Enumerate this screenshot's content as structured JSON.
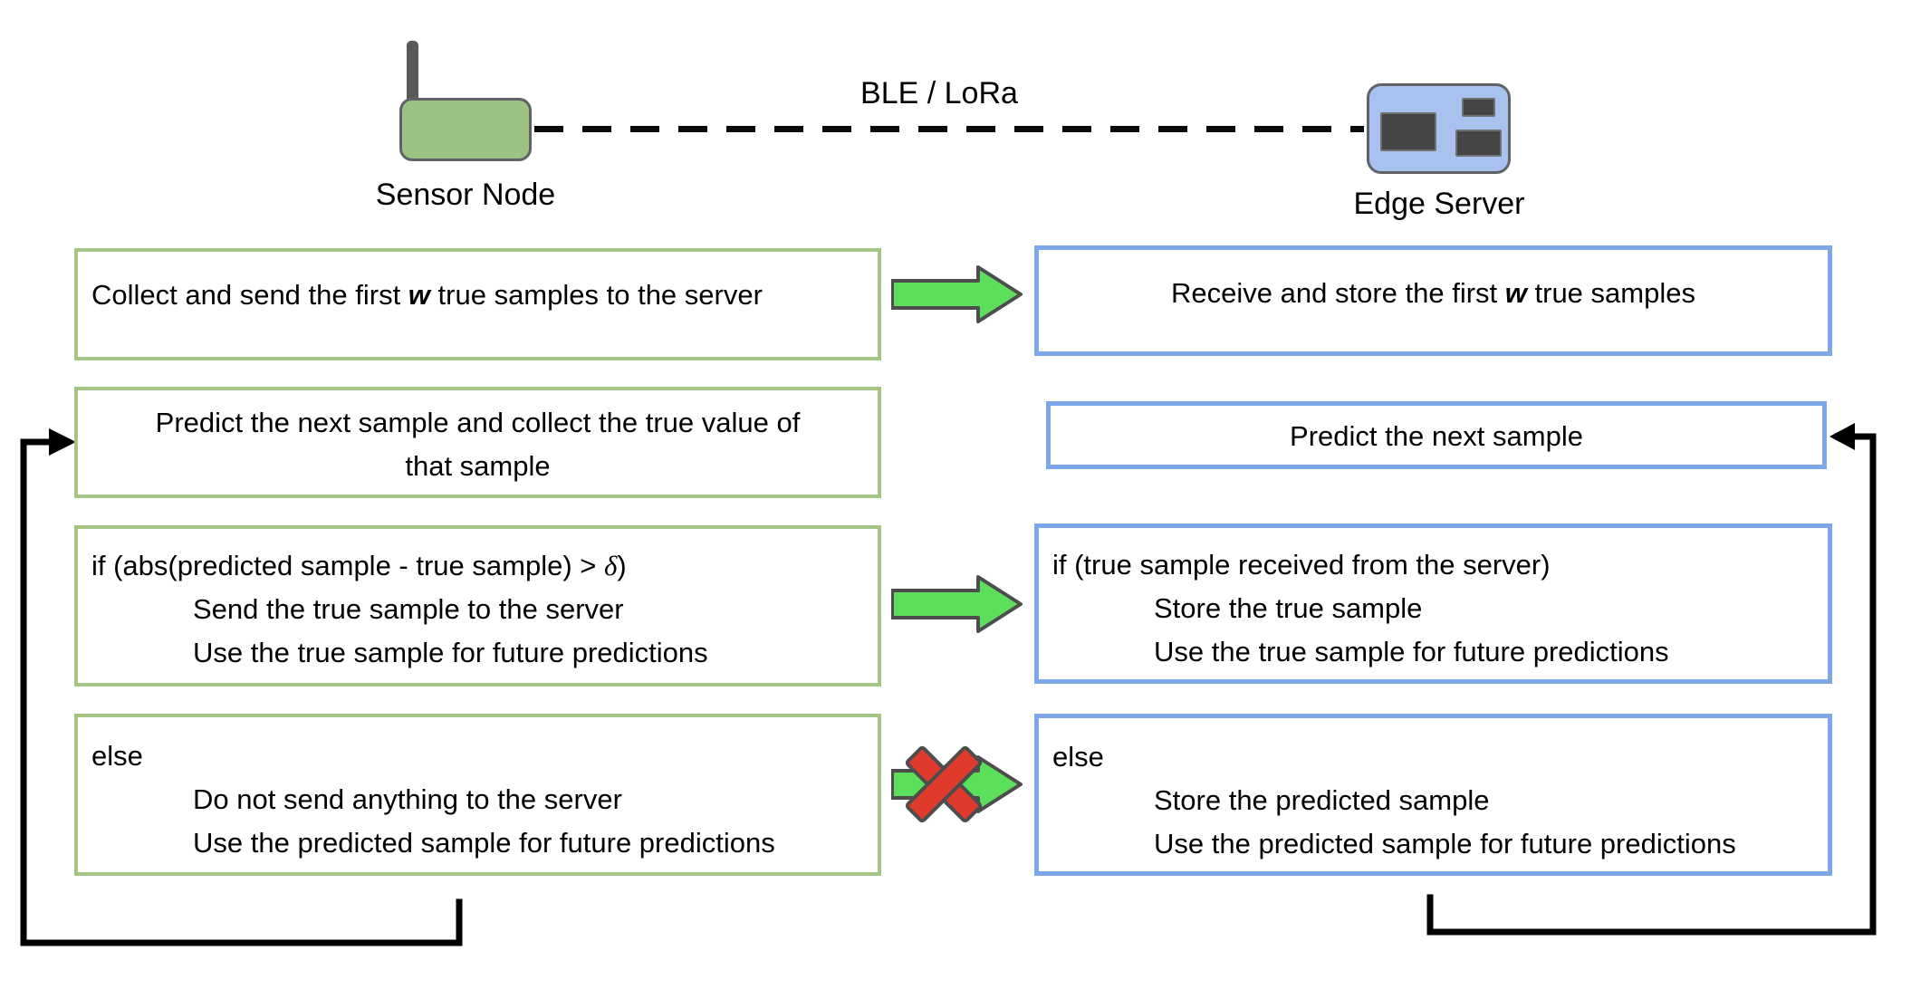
{
  "header": {
    "sensor_label": "Sensor Node",
    "server_label": "Edge Server",
    "link_label": "BLE / LoRa"
  },
  "colors": {
    "green_border": "#a2c583",
    "blue_border": "#7da7e8",
    "sensor_fill": "#9cc284",
    "server_fill": "#a8c1ef",
    "arrow_green": "#5ce05c",
    "arrow_outline": "#4d4d4d",
    "cross_red": "#e03a2d",
    "loop_black": "#000000"
  },
  "flow": {
    "sensor_boxes": [
      {
        "name": "collect-send-first-samples",
        "lines": [
          [
            {
              "text": "Collect and send the first "
            },
            {
              "text": "w",
              "style": "bi"
            },
            {
              "text": " true samples to the server"
            }
          ]
        ]
      },
      {
        "name": "predict-and-collect",
        "lines": [
          [
            {
              "text": "Predict the next sample and collect the true value of"
            }
          ],
          [
            {
              "text": "that sample"
            }
          ]
        ]
      },
      {
        "name": "if-threshold-exceeded",
        "lines": [
          [
            {
              "text": "if (abs(predicted sample - true sample) > "
            },
            {
              "text": "δ",
              "style": "i"
            },
            {
              "text": ")"
            }
          ],
          [
            {
              "text": "Send the true sample to the server",
              "indent": true
            }
          ],
          [
            {
              "text": "Use the true sample for future predictions",
              "indent": true
            }
          ]
        ]
      },
      {
        "name": "else-no-send",
        "lines": [
          [
            {
              "text": "else"
            }
          ],
          [
            {
              "text": "Do not send anything to the server",
              "indent": true
            }
          ],
          [
            {
              "text": "Use the predicted sample for future predictions",
              "indent": true
            }
          ]
        ]
      }
    ],
    "server_boxes": [
      {
        "name": "receive-store-first-samples",
        "lines": [
          [
            {
              "text": "Receive and store the first "
            },
            {
              "text": "w",
              "style": "bi"
            },
            {
              "text": " true samples"
            }
          ]
        ]
      },
      {
        "name": "predict-next-sample",
        "lines": [
          [
            {
              "text": "Predict the next sample"
            }
          ]
        ]
      },
      {
        "name": "if-true-sample-received",
        "lines": [
          [
            {
              "text": "if (true sample received from the server)"
            }
          ],
          [
            {
              "text": "Store the true sample",
              "indent": true
            }
          ],
          [
            {
              "text": "Use the true sample for future predictions",
              "indent": true
            }
          ]
        ]
      },
      {
        "name": "else-store-predicted",
        "lines": [
          [
            {
              "text": "else"
            }
          ],
          [
            {
              "text": "Store the predicted sample",
              "indent": true
            }
          ],
          [
            {
              "text": "Use the predicted sample for future predictions",
              "indent": true
            }
          ]
        ]
      }
    ],
    "arrows": [
      {
        "name": "send-first-samples-arrow",
        "crossed": false
      },
      {
        "name": "send-true-sample-arrow",
        "crossed": false
      },
      {
        "name": "no-transmission-arrow",
        "crossed": true
      }
    ]
  }
}
